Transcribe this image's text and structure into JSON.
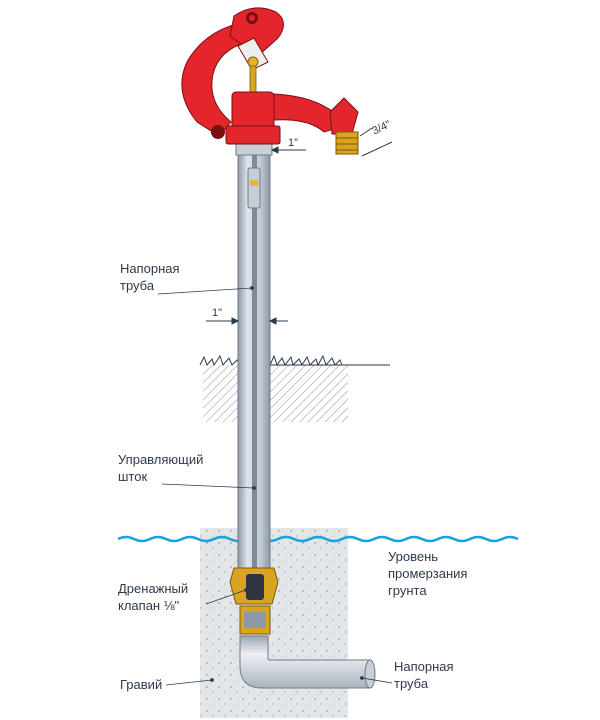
{
  "labels": {
    "pressure_pipe_upper": [
      "Напорная",
      "труба"
    ],
    "control_rod": [
      "Управляющий",
      "шток"
    ],
    "drain_valve": [
      "Дренажный",
      "клапан ⅛\""
    ],
    "gravel": "Гравий",
    "frost_level": [
      "Уровень",
      "промерзания",
      "грунта"
    ],
    "pressure_pipe_lower": [
      "Напорная",
      "труба"
    ]
  },
  "dimensions": {
    "head_pipe": "1\"",
    "pipe_diameter": "1\"",
    "outlet": "3/4\""
  },
  "colors": {
    "hydrant_red": "#e3262c",
    "brass": "#d9a520",
    "pipe": "#b9c3cd",
    "pipe_dark": "#8d99a6",
    "water": "#1aa3d9",
    "soil_hatch": "#8a8f96",
    "gravel": "#e3e6e8",
    "text": "#2e3a4a"
  }
}
